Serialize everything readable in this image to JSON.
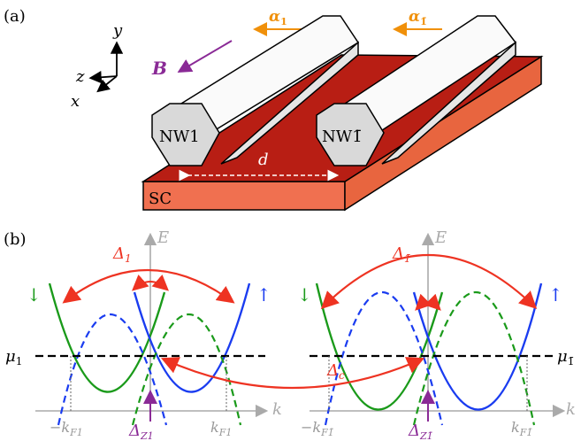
{
  "panel_a": {
    "tag": "(a)",
    "axes": {
      "y": "y",
      "z": "z",
      "x": "x"
    },
    "field_label": "B",
    "alpha_1": "α",
    "alpha_1_sub": "1",
    "alpha_1bar": "α",
    "alpha_1bar_sub": "1̄",
    "nw1_label": "NW1",
    "nw1bar_label": "NW1̄",
    "separation": "d",
    "sc_label": "SC",
    "colors": {
      "substrate_top": "#b81e14",
      "substrate_side": "#f07050",
      "wire_top": "#fafafa",
      "wire_face": "#d9d9d9",
      "field": "#8a2a96",
      "alpha": "#f0900a"
    }
  },
  "panel_b": {
    "tag": "(b)",
    "delta_1": "Δ",
    "delta_1_sub": "1",
    "delta_1bar": "Δ",
    "delta_1bar_sub": "1̄",
    "delta_c": "Δ",
    "delta_c_sub": "c",
    "mu_1": "μ",
    "mu_1_sub": "1",
    "mu_1bar": "μ",
    "mu_1bar_sub": "1̄",
    "axis_e": "E",
    "axis_k": "k",
    "spin_down": "↓",
    "spin_up": "↑",
    "left_kf_neg": "−k",
    "left_kf_neg_sub": "F1",
    "left_kf_pos": "k",
    "left_kf_pos_sub": "F1",
    "left_dz": "Δ",
    "left_dz_sub": "Z1",
    "right_kf_neg": "−k",
    "right_kf_neg_sub": "F1̄",
    "right_kf_pos": "k",
    "right_kf_pos_sub": "F1̄",
    "right_dz": "Δ",
    "right_dz_sub": "Z1̄",
    "colors": {
      "spin_down": "#1a9a1a",
      "spin_up": "#1a3cf0",
      "gap": "#ee3322",
      "zeeman": "#8a2a96",
      "axis": "#aaaaaa"
    }
  }
}
